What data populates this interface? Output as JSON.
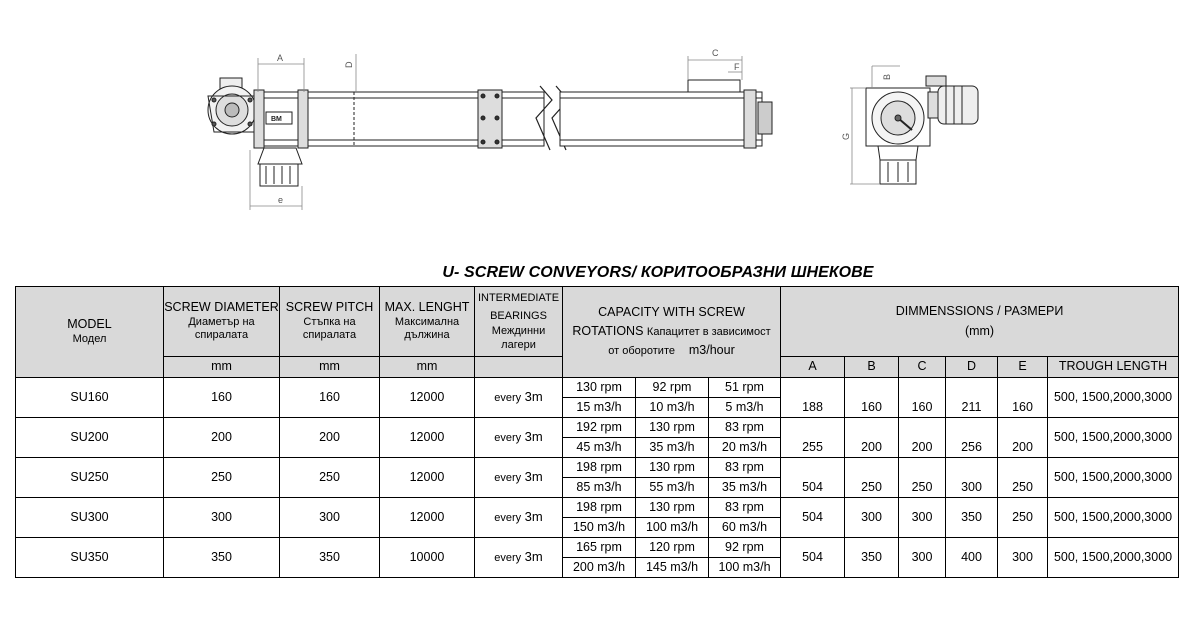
{
  "title": "U- SCREW CONVEYORS/ КОРИТООБРАЗНИ ШНЕКОВЕ",
  "drawing": {
    "dim_labels": [
      "A",
      "D",
      "C",
      "F",
      "e",
      "B",
      "G"
    ],
    "logo_text": "BM"
  },
  "header": {
    "model": "MODEL",
    "model_bg": "Модел",
    "screw_diameter": "SCREW DIAMETER",
    "screw_diameter_bg": "Диаметър на спиралата",
    "screw_pitch": "SCREW PITCH",
    "screw_pitch_bg": "Стъпка на спиралата",
    "max_length": "MAX. LENGHT",
    "max_length_bg": "Максимална дължина",
    "bearings": "INTERMEDIATE BEARINGS",
    "bearings_bg": "Междинни лагери",
    "capacity_line1": "CAPACITY WITH SCREW",
    "capacity_line2_en": "ROTATIONS",
    "capacity_line2_bg": "Капацитет в зависимост",
    "capacity_line3_bg": "от оборотите",
    "capacity_unit": "m3/hour",
    "dimensions": "DIMMENSSIONS / РАЗМЕРИ",
    "dimensions_unit": "(mm)",
    "unit_mm": "mm",
    "dim_cols": [
      "A",
      "B",
      "C",
      "D",
      "E",
      "TROUGH LENGTH"
    ]
  },
  "rows": [
    {
      "model": "SU160",
      "diameter": "160",
      "pitch": "160",
      "length": "12000",
      "bearings_every": "every",
      "bearings_val": "3m",
      "rpm": [
        "130 rpm",
        "92 rpm",
        "51 rpm"
      ],
      "cap": [
        "15 m3/h",
        "10 m3/h",
        "5 m3/h"
      ],
      "A": "188",
      "B": "160",
      "C": "160",
      "D": "211",
      "E": "160",
      "trough": "500, 1500,2000,3000"
    },
    {
      "model": "SU200",
      "diameter": "200",
      "pitch": "200",
      "length": "12000",
      "bearings_every": "every",
      "bearings_val": "3m",
      "rpm": [
        "192 rpm",
        "130 rpm",
        "83 rpm"
      ],
      "cap": [
        "45 m3/h",
        "35 m3/h",
        "20 m3/h"
      ],
      "A": "255",
      "B": "200",
      "C": "200",
      "D": "256",
      "E": "200",
      "trough": "500, 1500,2000,3000"
    },
    {
      "model": "SU250",
      "diameter": "250",
      "pitch": "250",
      "length": "12000",
      "bearings_every": "every",
      "bearings_val": "3m",
      "rpm": [
        "198 rpm",
        "130 rpm",
        "83 rpm"
      ],
      "cap": [
        "85 m3/h",
        "55 m3/h",
        "35 m3/h"
      ],
      "A": "504",
      "B": "250",
      "C": "250",
      "D": "300",
      "E": "250",
      "trough": "500, 1500,2000,3000"
    },
    {
      "model": "SU300",
      "diameter": "300",
      "pitch": "300",
      "length": "12000",
      "bearings_every": "every",
      "bearings_val": "3m",
      "rpm": [
        "198 rpm",
        "130 rpm",
        "83 rpm"
      ],
      "cap": [
        "150 m3/h",
        "100 m3/h",
        "60 m3/h"
      ],
      "A": "504",
      "B": "300",
      "C": "300",
      "D": "350",
      "E": "250",
      "trough": "500, 1500,2000,3000"
    },
    {
      "model": "SU350",
      "diameter": "350",
      "pitch": "350",
      "length": "10000",
      "bearings_every": "every",
      "bearings_val": "3m",
      "rpm": [
        "165 rpm",
        "120 rpm",
        "92 rpm"
      ],
      "cap": [
        "200 m3/h",
        "145 m3/h",
        "100 m3/h"
      ],
      "A": "504",
      "B": "350",
      "C": "300",
      "D": "400",
      "E": "300",
      "trough": "500, 1500,2000,3000"
    }
  ]
}
